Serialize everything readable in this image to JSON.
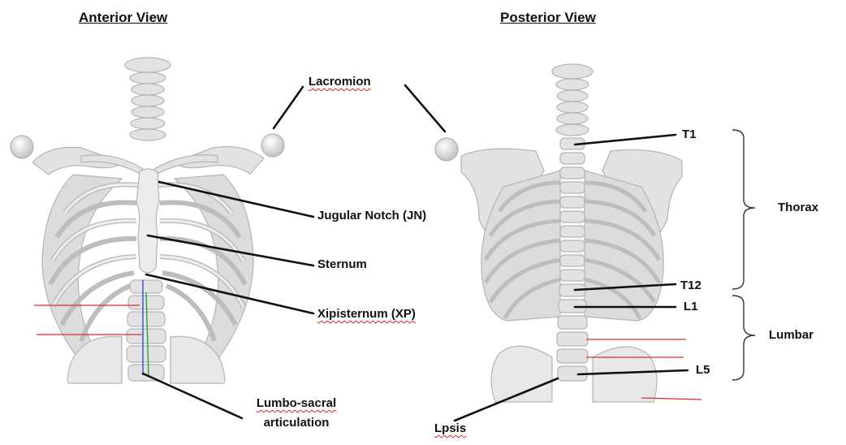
{
  "anterior": {
    "title": "Anterior View",
    "labels": {
      "lacromion": "Lacromion",
      "jugular_notch": "Jugular Notch (JN)",
      "sternum": "Sternum",
      "xipisternum": "Xipisternum (XP)",
      "lumbo_sacral_1": "Lumbo-sacral",
      "lumbo_sacral_2": "articulation"
    }
  },
  "posterior": {
    "title": "Posterior View",
    "labels": {
      "t1": "T1",
      "t12": "T12",
      "l1": "L1",
      "l5": "L5",
      "lpsis": "Lpsis"
    },
    "brackets": {
      "thorax": "Thorax",
      "lumbar": "Lumbar"
    }
  },
  "colors": {
    "bone": "#e2e2e2",
    "bone_edge": "#b4b4b4",
    "leader_line": "#111111",
    "reference_line": "#d43030",
    "axis_blue": "#2a3fd6",
    "axis_green": "#1f9a3a"
  }
}
